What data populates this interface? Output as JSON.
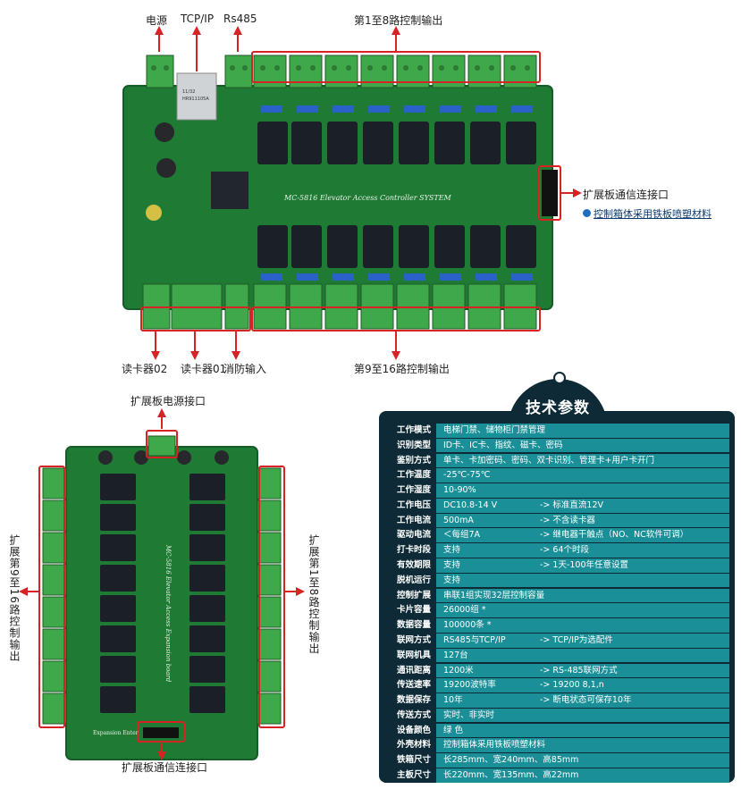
{
  "top_board": {
    "labels": {
      "power": "电源",
      "tcpip": "TCP/IP",
      "rs485": "Rs485",
      "outputs_1_8": "第1至8路控制输出",
      "reader02": "读卡器02",
      "reader01": "读卡器01",
      "fire_input": "消防输入",
      "outputs_9_16": "第9至16路控制输出",
      "expansion_comm": "扩展板通信连接口",
      "enclosure_note": "控制箱体采用铁板喷塑材料"
    },
    "silkscreen": "MC-5816 Elevator Access Controller SYSTEM",
    "chip_label": "HR911105A",
    "chip_label2": "11/32"
  },
  "bottom_board": {
    "labels": {
      "expansion_power": "扩展板电源接口",
      "left_outputs": "扩展第9至16路控制输出",
      "right_outputs": "扩展第1至8路控制输出",
      "expansion_comm": "扩展板通信连接口"
    },
    "silkscreen": "MC-5816 Elevator Access Expansion board",
    "silkscreen2": "Expansion Enter"
  },
  "spec": {
    "title": "技术参数",
    "rows": [
      {
        "key": "工作模式",
        "v1": "电梯门禁、储物柜门禁管理",
        "v2": ""
      },
      {
        "key": "识别类型",
        "v1": "ID卡、IC卡、指纹、磁卡、密码",
        "v2": ""
      },
      {
        "key": "鉴别方式",
        "v1": "单卡、卡加密码、密码、双卡识别、管理卡+用户卡开门",
        "v2": ""
      },
      {
        "key": "工作温度",
        "v1": "-25℃-75℃",
        "v2": ""
      },
      {
        "key": "工作湿度",
        "v1": "10-90%",
        "v2": ""
      },
      {
        "key": "工作电压",
        "v1": "DC10.8-14 V",
        "v2": "-> 标准直流12V"
      },
      {
        "key": "工作电流",
        "v1": "500mA",
        "v2": "-> 不含读卡器"
      },
      {
        "key": "驱动电流",
        "v1": "＜每组7A",
        "v2": "-> 继电器干触点（NO、NC软件可调）"
      },
      {
        "key": "打卡时段",
        "v1": "支持",
        "v2": "-> 64个时段"
      },
      {
        "key": "有效期限",
        "v1": "支持",
        "v2": "-> 1天-100年任意设置"
      },
      {
        "key": "脱机运行",
        "v1": "支持",
        "v2": ""
      },
      {
        "key": "控制扩展",
        "v1": "串联1组实现32层控制容量",
        "v2": ""
      },
      {
        "key": "卡片容量",
        "v1": "26000组 *",
        "v2": ""
      },
      {
        "key": "数据容量",
        "v1": "100000条 *",
        "v2": ""
      },
      {
        "key": "联网方式",
        "v1": "RS485与TCP/IP",
        "v2": "-> TCP/IP为选配件"
      },
      {
        "key": "联网机具",
        "v1": "127台",
        "v2": ""
      },
      {
        "key": "通讯距离",
        "v1": "1200米",
        "v2": "-> RS-485联网方式"
      },
      {
        "key": "传送速率",
        "v1": "19200波特率",
        "v2": "-> 19200 8,1,n"
      },
      {
        "key": "数据保存",
        "v1": "10年",
        "v2": "-> 断电状态可保存10年"
      },
      {
        "key": "传送方式",
        "v1": "实时、非实时",
        "v2": ""
      },
      {
        "key": "设备颜色",
        "v1": "绿 色",
        "v2": ""
      },
      {
        "key": "外壳材料",
        "v1": "控制箱体采用铁板喷塑材料",
        "v2": ""
      },
      {
        "key": "铁箱尺寸",
        "v1": "长285mm、宽240mm、高85mm",
        "v2": ""
      },
      {
        "key": "主板尺寸",
        "v1": "长220mm、宽135mm、高22mm",
        "v2": ""
      }
    ]
  },
  "colors": {
    "pcb": "#1f7a34",
    "pcb_dark": "#155c27",
    "terminal": "#3fa84a",
    "relay": "#1b1f28",
    "highlight": "#d62323",
    "panel": "#0d2a36",
    "panel_row": "#1a8f97"
  }
}
